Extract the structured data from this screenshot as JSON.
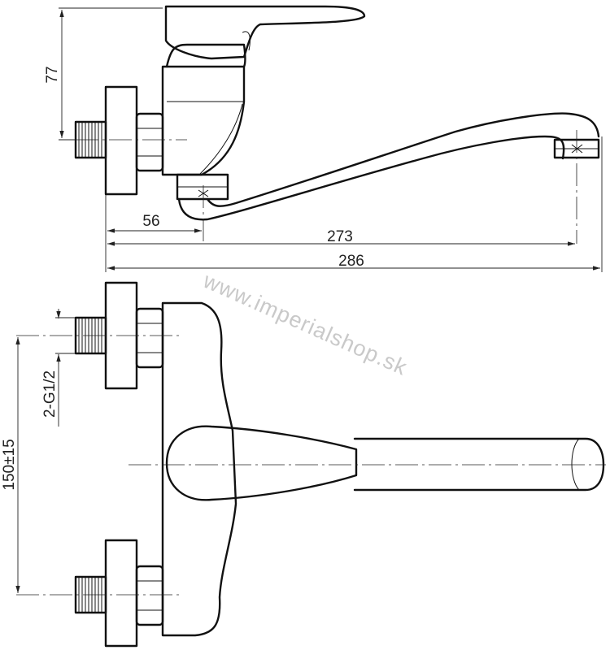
{
  "watermark": "www.imperialshop.sk",
  "side_view": {
    "dim_height": "77",
    "dim_inlet_offset": "56",
    "dim_spout_reach": "273",
    "dim_total_length": "286"
  },
  "top_view": {
    "dim_thread": "2-G1/2",
    "dim_spacing": "150±15"
  },
  "colors": {
    "line": "#111111",
    "watermark": "#c9c9c9"
  }
}
